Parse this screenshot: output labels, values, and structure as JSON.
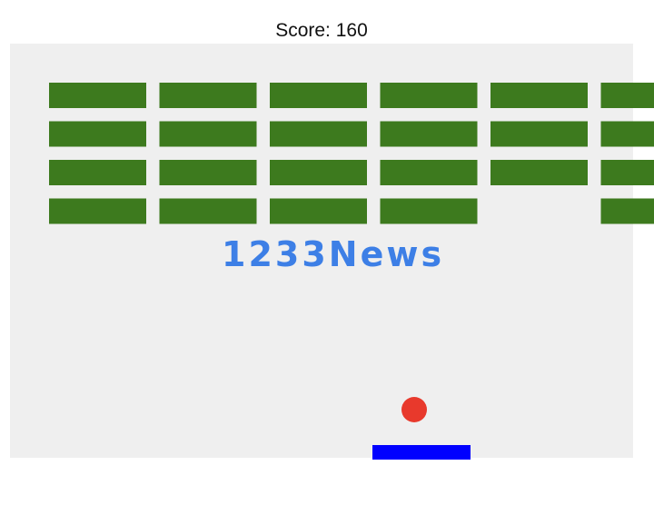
{
  "hud": {
    "score_label": "Score:",
    "score_value": "160"
  },
  "watermark": {
    "text": "1233News",
    "color": "#3d7fe6"
  },
  "colors": {
    "board_background": "#efefef",
    "brick": "#3d7a1e",
    "ball": "#e8392c",
    "paddle": "#0000ff"
  },
  "bricks": {
    "rows": 4,
    "columns": 6,
    "present": [
      [
        true,
        true,
        true,
        true,
        true,
        true
      ],
      [
        true,
        true,
        true,
        true,
        true,
        true
      ],
      [
        true,
        true,
        true,
        true,
        true,
        true
      ],
      [
        true,
        true,
        true,
        true,
        false,
        true
      ]
    ]
  }
}
